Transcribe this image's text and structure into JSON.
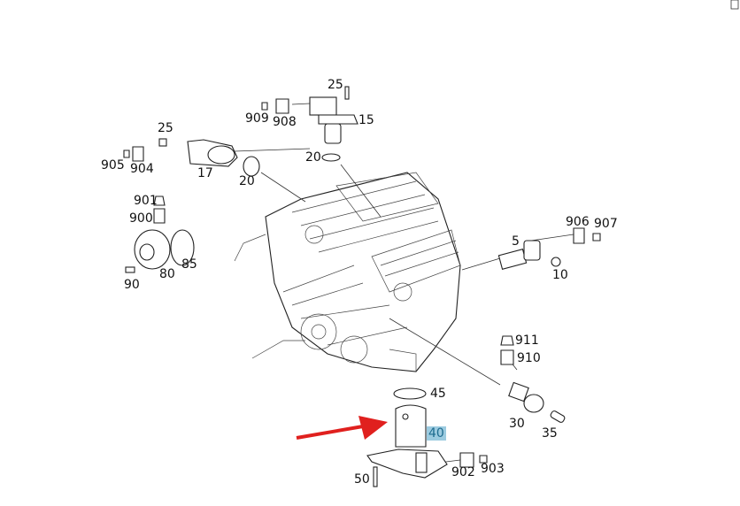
{
  "diagram": {
    "title": "Engine sensor parts diagram",
    "highlight_color": "#9ccbe0",
    "arrow_color": "#e0201e",
    "labels": {
      "p25a": "25",
      "p909": "909",
      "p908": "908",
      "p15": "15",
      "p20a": "20",
      "p25b": "25",
      "p905": "905",
      "p904": "904",
      "p17": "17",
      "p20b": "20",
      "p901": "901",
      "p900": "900",
      "p85": "85",
      "p80": "80",
      "p90": "90",
      "p906": "906",
      "p907": "907",
      "p5": "5",
      "p10": "10",
      "p911": "911",
      "p910": "910",
      "p30": "30",
      "p35": "35",
      "p45": "45",
      "p40": "40",
      "p902": "902",
      "p903": "903",
      "p50": "50"
    },
    "highlighted_part": "40"
  }
}
